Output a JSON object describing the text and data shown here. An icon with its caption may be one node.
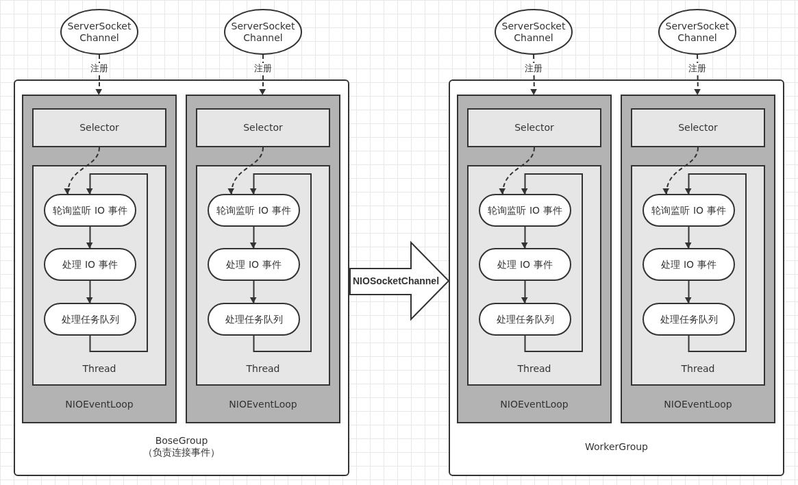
{
  "diagram": {
    "nodes": [
      {
        "text": [
          "ServerSocket Channel"
        ]
      },
      {
        "text": [
          "ServerSocket Channel"
        ]
      },
      {
        "text": [
          "ServerSocket Channel"
        ]
      },
      {
        "text": [
          "ServerSocket Channel"
        ]
      },
      {
        "text": [
          "BoseGroup",
          "（负责连接事件）"
        ]
      },
      {
        "text": [
          "NIOEventLoop"
        ],
        "in": 4
      },
      {
        "text": [
          "Selector"
        ],
        "in": 5
      },
      {
        "text": [
          "Thread"
        ],
        "in": 5
      },
      {
        "text": [
          "轮询监听 IO 事件"
        ],
        "in": 7
      },
      {
        "text": [
          "处理 IO 事件"
        ],
        "in": 7
      },
      {
        "text": [
          "处理任务队列"
        ],
        "in": 7
      },
      {
        "text": [
          "NIOEventLoop"
        ],
        "in": 4
      },
      {
        "text": [
          "Selector"
        ],
        "in": 11
      },
      {
        "text": [
          "Thread"
        ],
        "in": 11
      },
      {
        "text": [
          "轮询监听 IO 事件"
        ],
        "in": 13
      },
      {
        "text": [
          "处理 IO 事件"
        ],
        "in": 13
      },
      {
        "text": [
          "处理任务队列"
        ],
        "in": 13
      },
      {
        "text": [
          "NIOSocketChannel"
        ]
      },
      {
        "text": [
          "WorkerGroup"
        ]
      },
      {
        "text": [
          "NIOEventLoop"
        ],
        "in": 18
      },
      {
        "text": [
          "Selector"
        ],
        "in": 19
      },
      {
        "text": [
          "Thread"
        ],
        "in": 19
      },
      {
        "text": [
          "轮询监听 IO 事件"
        ],
        "in": 21
      },
      {
        "text": [
          "处理 IO 事件"
        ],
        "in": 21
      },
      {
        "text": [
          "处理任务队列"
        ],
        "in": 21
      },
      {
        "text": [
          "NIOEventLoop"
        ],
        "in": 18
      },
      {
        "text": [
          "Selector"
        ],
        "in": 25
      },
      {
        "text": [
          "Thread"
        ],
        "in": 25
      },
      {
        "text": [
          "轮询监听 IO 事件"
        ],
        "in": 27
      },
      {
        "text": [
          "处理 IO 事件"
        ],
        "in": 27
      },
      {
        "text": [
          "处理任务队列"
        ],
        "in": 27
      }
    ],
    "edges": [
      {
        "from": 0,
        "to": 5,
        "arrow": "to",
        "label": "注册",
        "style": "dashed"
      },
      {
        "from": 1,
        "to": 11,
        "arrow": "to",
        "label": "注册",
        "style": "dashed"
      },
      {
        "from": 2,
        "to": 19,
        "arrow": "to",
        "label": "注册",
        "style": "dashed"
      },
      {
        "from": 3,
        "to": 25,
        "arrow": "to",
        "label": "注册",
        "style": "dashed"
      },
      {
        "from": 6,
        "to": 8,
        "arrow": "to",
        "style": "dashed"
      },
      {
        "from": 8,
        "to": 9,
        "arrow": "to"
      },
      {
        "from": 9,
        "to": 10,
        "arrow": "to"
      },
      {
        "from": 10,
        "to": 8,
        "arrow": "to"
      },
      {
        "from": 12,
        "to": 14,
        "arrow": "to",
        "style": "dashed"
      },
      {
        "from": 14,
        "to": 15,
        "arrow": "to"
      },
      {
        "from": 15,
        "to": 16,
        "arrow": "to"
      },
      {
        "from": 16,
        "to": 14,
        "arrow": "to"
      },
      {
        "from": 20,
        "to": 22,
        "arrow": "to",
        "style": "dashed"
      },
      {
        "from": 22,
        "to": 23,
        "arrow": "to"
      },
      {
        "from": 23,
        "to": 24,
        "arrow": "to"
      },
      {
        "from": 24,
        "to": 22,
        "arrow": "to"
      },
      {
        "from": 26,
        "to": 28,
        "arrow": "to",
        "style": "dashed"
      },
      {
        "from": 28,
        "to": 29,
        "arrow": "to"
      },
      {
        "from": 29,
        "to": 30,
        "arrow": "to"
      },
      {
        "from": 30,
        "to": 28,
        "arrow": "to"
      }
    ]
  }
}
